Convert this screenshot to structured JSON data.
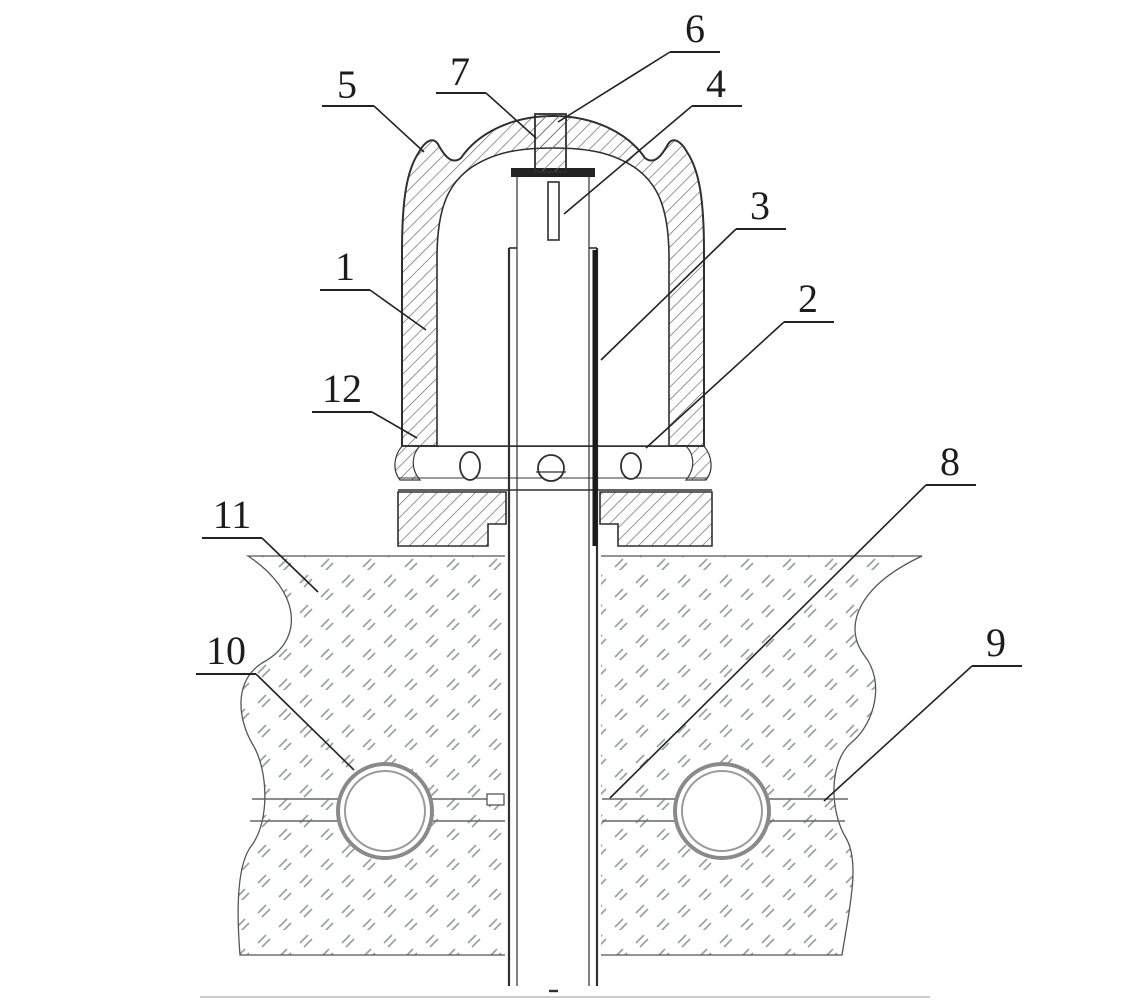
{
  "figure": {
    "type": "patent-cross-section-drawing",
    "labels": {
      "n1": "1",
      "n2": "2",
      "n3": "3",
      "n4": "4",
      "n5": "5",
      "n6": "6",
      "n7": "7",
      "n8": "8",
      "n9": "9",
      "n10": "10",
      "n11": "11",
      "n12": "12"
    }
  },
  "colors": {
    "line": "#2f2f2f",
    "wall_hatch": "#6b6b6b",
    "ground_mark": "#9aa0a0",
    "background": "#ffffff"
  }
}
